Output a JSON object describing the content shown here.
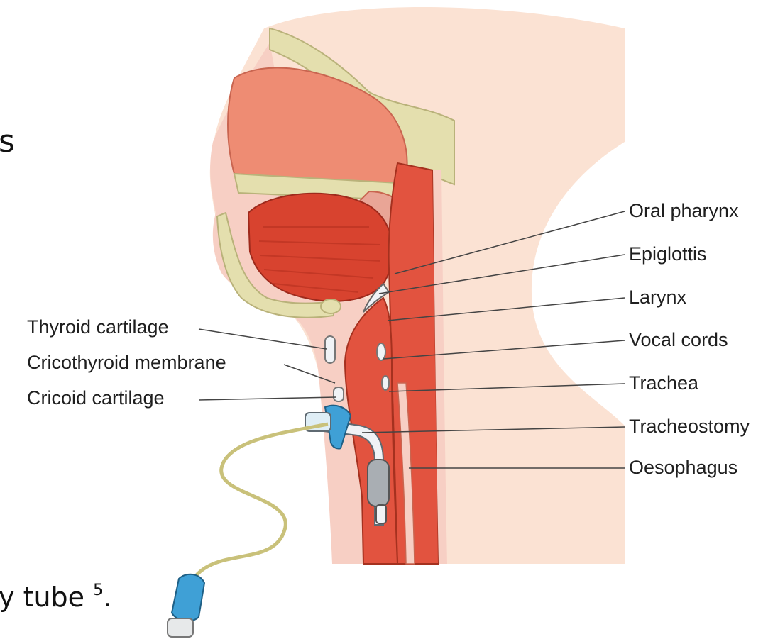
{
  "slide_fragments": {
    "left_top_fragment": "s",
    "bottom_fragment": "y tube",
    "bottom_fragment_superscript": "5",
    "bottom_fragment_suffix": "."
  },
  "labels_right": {
    "oral_pharynx": "Oral pharynx",
    "epiglottis": "Epiglottis",
    "larynx": "Larynx",
    "vocal_cords": "Vocal cords",
    "trachea": "Trachea",
    "tracheostomy": "Tracheostomy",
    "oesophagus": "Oesophagus"
  },
  "labels_left": {
    "thyroid_cartilage": "Thyroid cartilage",
    "cricothyroid_membrane": "Cricothyroid membrane",
    "cricoid_cartilage": "Cricoid cartilage"
  },
  "colors": {
    "skin": "#fbe2d3",
    "tissue_pink": "#f7cfc4",
    "muscle_red": "#e2533f",
    "mucosa": "#ee8c73",
    "bone": "#e4dfae",
    "tongue_dark": "#c63a2a",
    "tube_white": "#f0f3f6",
    "tube_blue": "#3fa0d6",
    "cuff_grey": "#a9aeb3",
    "pilot_line": "#c9c17a",
    "leader_line": "#444444"
  },
  "icons": [
    "tracheostomy-tube",
    "pilot-balloon",
    "cuff"
  ]
}
